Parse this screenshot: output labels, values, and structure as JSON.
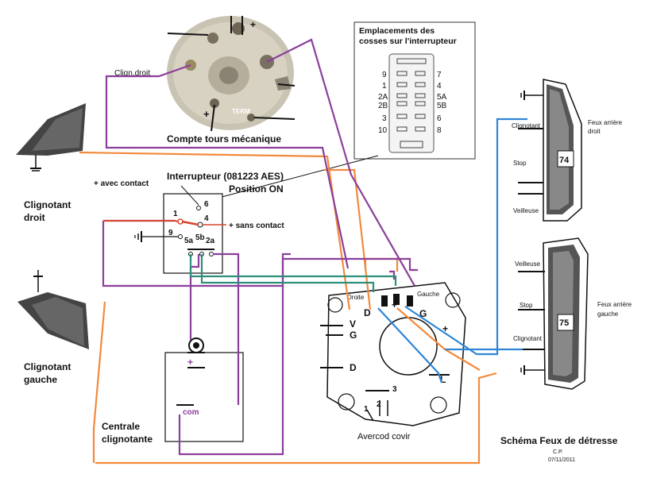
{
  "photo": {
    "caption": "Compte tours mécanique",
    "label_clign": "Clign.droit",
    "plus_top": "+",
    "plus_bottom": "+",
    "term": "TERM"
  },
  "connector_inset": {
    "title_line1": "Emplacements des",
    "title_line2": "cosses sur l'interrupteur",
    "left_pins": [
      "9",
      "1",
      "2A",
      "2B",
      "3",
      "10"
    ],
    "right_pins": [
      "7",
      "4",
      "5A",
      "5B",
      "6",
      "8"
    ]
  },
  "switch": {
    "title_line1": "Interrupteur (081223 AES)",
    "title_line2": "Position ON",
    "plus_with_contact": "+ avec contact",
    "plus_without_contact": "+ sans contact",
    "terminals": [
      "6",
      "1",
      "4",
      "9",
      "5a",
      "5b",
      "2a"
    ]
  },
  "lamps": {
    "front_right": [
      "Clignotant",
      "droit"
    ],
    "front_left": [
      "Clignotant",
      "gauche"
    ]
  },
  "flasher": {
    "label": [
      "Centrale",
      "clignotante"
    ],
    "plus": "+",
    "com": "com"
  },
  "comodo": {
    "caption": "Avercod covir",
    "droite": "Droite",
    "gauche": "Gauche",
    "terminals": [
      "D",
      "+",
      "G",
      "V",
      "G",
      "+",
      "D",
      "L",
      "3",
      "2",
      "1"
    ]
  },
  "rear_right": {
    "title": [
      "Feux arrière",
      "droit"
    ],
    "labels": [
      "Clignotant",
      "Stop",
      "Veilleuse"
    ],
    "number": "74"
  },
  "rear_left": {
    "title": [
      "Feux arrière",
      "gauche"
    ],
    "labels": [
      "Veilleuse",
      "Stop",
      "Clignotant"
    ],
    "number": "75"
  },
  "footer": {
    "title": "Schéma Feux de détresse",
    "author": "C.P.",
    "date": "07/11/2011"
  },
  "colors": {
    "orange": "#f28a3c",
    "purple": "#8b3f9b",
    "blue": "#2f86d6",
    "green": "#2e8f7a",
    "red": "#d8432b"
  }
}
